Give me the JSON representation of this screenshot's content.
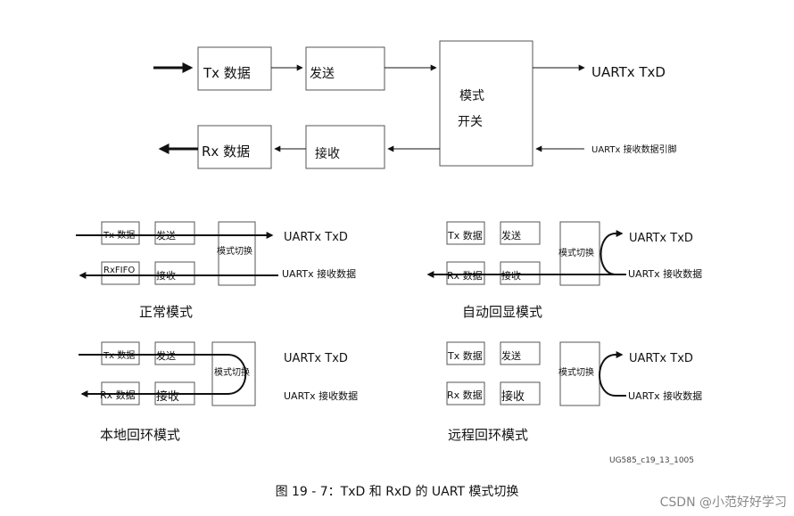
{
  "top": {
    "tx_data": "Tx 数据",
    "send": "发送",
    "mode_switch_line1": "模式",
    "mode_switch_line2": "开关",
    "uart_txd": "UARTx TxD",
    "rx_data": "Rx 数据",
    "receive": "接收",
    "uart_rx_pin": "UARTx 接收数据引脚"
  },
  "panels": {
    "normal": {
      "tx_data": "Tx 数据",
      "send": "发送",
      "switch": "模式切换",
      "uart_txd": "UARTx TxD",
      "rx_fifo": "RxFIFO",
      "receive": "接收",
      "uart_rx": "UARTx 接收数据",
      "title": "正常模式"
    },
    "auto_echo": {
      "tx_data": "Tx 数据",
      "send": "发送",
      "switch": "模式切换",
      "uart_txd": "UARTx TxD",
      "rx_data": "Rx 数据",
      "receive": "接收",
      "uart_rx": "UARTx 接收数据",
      "title": "自动回显模式"
    },
    "local_loopback": {
      "tx_data": "Tx 数据",
      "send": "发送",
      "switch": "模式切换",
      "uart_txd": "UARTx TxD",
      "rx_data": "Rx 数据",
      "receive": "接收",
      "uart_rx": "UARTx 接收数据",
      "title": "本地回环模式"
    },
    "remote_loopback": {
      "tx_data": "Tx 数据",
      "send": "发送",
      "switch": "模式切换",
      "uart_txd": "UARTx TxD",
      "rx_data": "Rx 数据",
      "receive": "接收",
      "uart_rx": "UARTx 接收数据",
      "title": "远程回环模式"
    }
  },
  "doc_ref": "UG585_c19_13_1005",
  "caption": "图 19 - 7：TxD 和 RxD 的 UART 模式切换",
  "watermark": "CSDN @小范好好学习"
}
